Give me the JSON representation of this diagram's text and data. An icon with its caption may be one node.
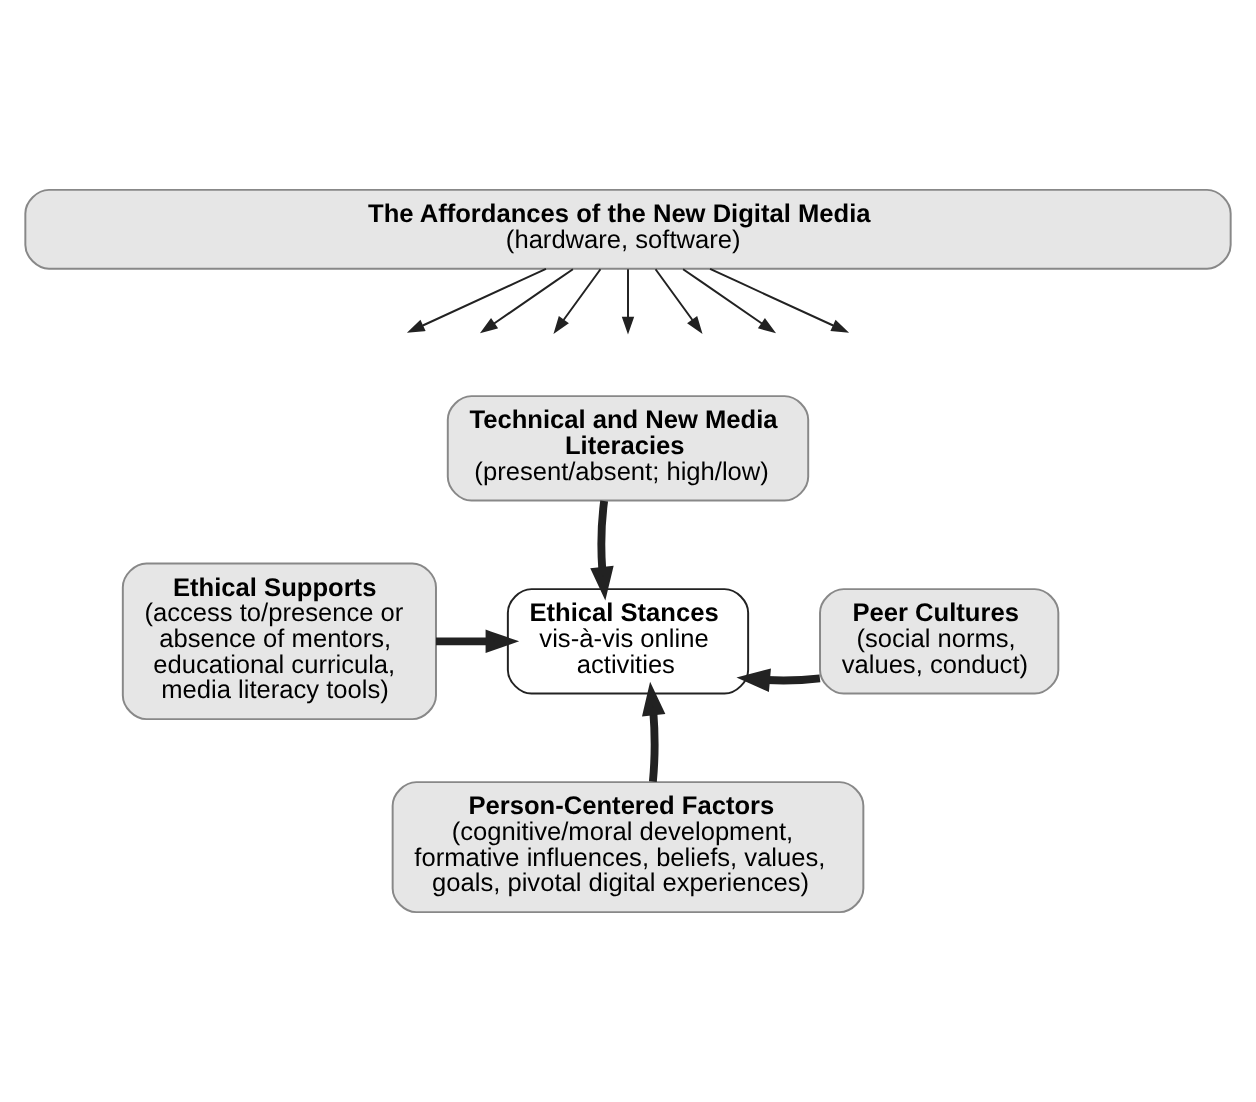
{
  "diagram": {
    "nodes": [
      {
        "text": [
          "The Affordances of the New Digital Media",
          "(hardware, software)"
        ]
      },
      {
        "text": [
          "Technical and New Media Literacies",
          "(present/absent; high/low)"
        ]
      },
      {
        "text": [
          "Ethical Supports",
          "(access to/presence or absence of mentors, educational curricula, media literacy tools)"
        ]
      },
      {
        "text": [
          "Ethical Stances",
          "vis-à-vis online activities"
        ]
      },
      {
        "text": [
          "Peer Cultures",
          "(social norms, values, conduct)"
        ]
      },
      {
        "text": [
          "Person-Centered Factors",
          "(cognitive/moral development, formative influences, beliefs, values, goals, pivotal digital experiences)"
        ]
      }
    ],
    "edges": [
      {
        "from": 0,
        "to": null,
        "arrow": "to"
      },
      {
        "from": 0,
        "to": null,
        "arrow": "to"
      },
      {
        "from": 0,
        "to": null,
        "arrow": "to"
      },
      {
        "from": 0,
        "to": null,
        "arrow": "to"
      },
      {
        "from": 0,
        "to": null,
        "arrow": "to"
      },
      {
        "from": 0,
        "to": null,
        "arrow": "to"
      },
      {
        "from": 0,
        "to": null,
        "arrow": "to"
      },
      {
        "from": 1,
        "to": 3,
        "arrow": "to",
        "style": "thick"
      },
      {
        "from": 2,
        "to": 3,
        "arrow": "to",
        "style": "thick"
      },
      {
        "from": 4,
        "to": 3,
        "arrow": "to",
        "style": "thick"
      },
      {
        "from": 5,
        "to": 3,
        "arrow": "to",
        "style": "thick"
      }
    ]
  }
}
